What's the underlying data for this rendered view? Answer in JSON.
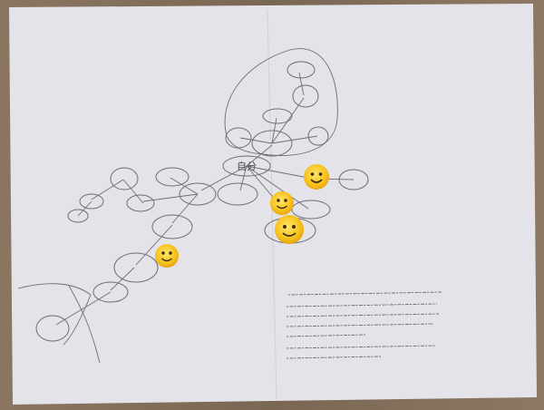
{
  "mind_map": {
    "center_label": "自分",
    "stickers": [
      "smiley-face",
      "smiley-face",
      "smiley-face",
      "smiley-face"
    ]
  },
  "colors": {
    "table": "#7d6a57",
    "paper": "#e3e3e9",
    "pencil": "#6e6e74",
    "sticker": "#f5c518"
  }
}
